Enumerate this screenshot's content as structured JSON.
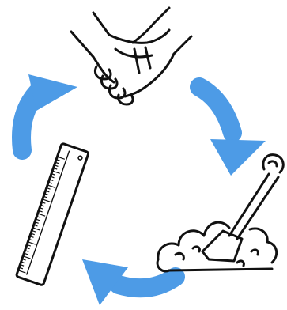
{
  "diagram": {
    "type": "cycle",
    "direction": "clockwise",
    "colors": {
      "arrow": "#4d9be6",
      "arrow_edge": "#3a86d6",
      "ink": "#111111"
    },
    "nodes": [
      {
        "id": "handshake",
        "icon": "handshake-icon"
      },
      {
        "id": "digging",
        "icon": "shovel-in-soil-icon"
      },
      {
        "id": "measuring",
        "icon": "ruler-icon"
      }
    ],
    "arrows": [
      {
        "from": "handshake",
        "to": "digging",
        "icon": "curved-arrow-icon"
      },
      {
        "from": "digging",
        "to": "measuring",
        "icon": "curved-arrow-icon"
      },
      {
        "from": "measuring",
        "to": "handshake",
        "icon": "curved-arrow-icon"
      }
    ]
  }
}
